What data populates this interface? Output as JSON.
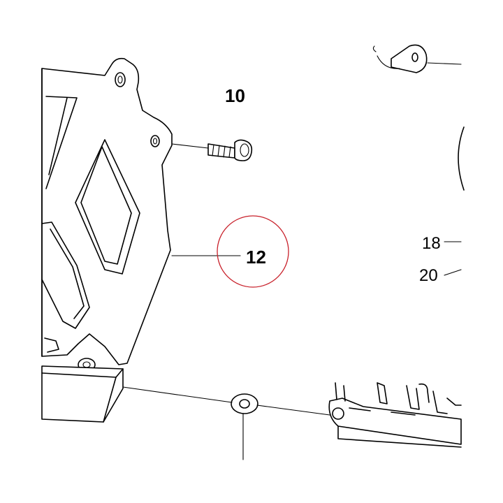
{
  "callouts": {
    "part_10": "10",
    "part_12": "12",
    "part_18": "18",
    "part_20": "20"
  },
  "colors": {
    "line": "#000000",
    "background": "#ffffff",
    "highlight_circle": "#c8202a"
  }
}
